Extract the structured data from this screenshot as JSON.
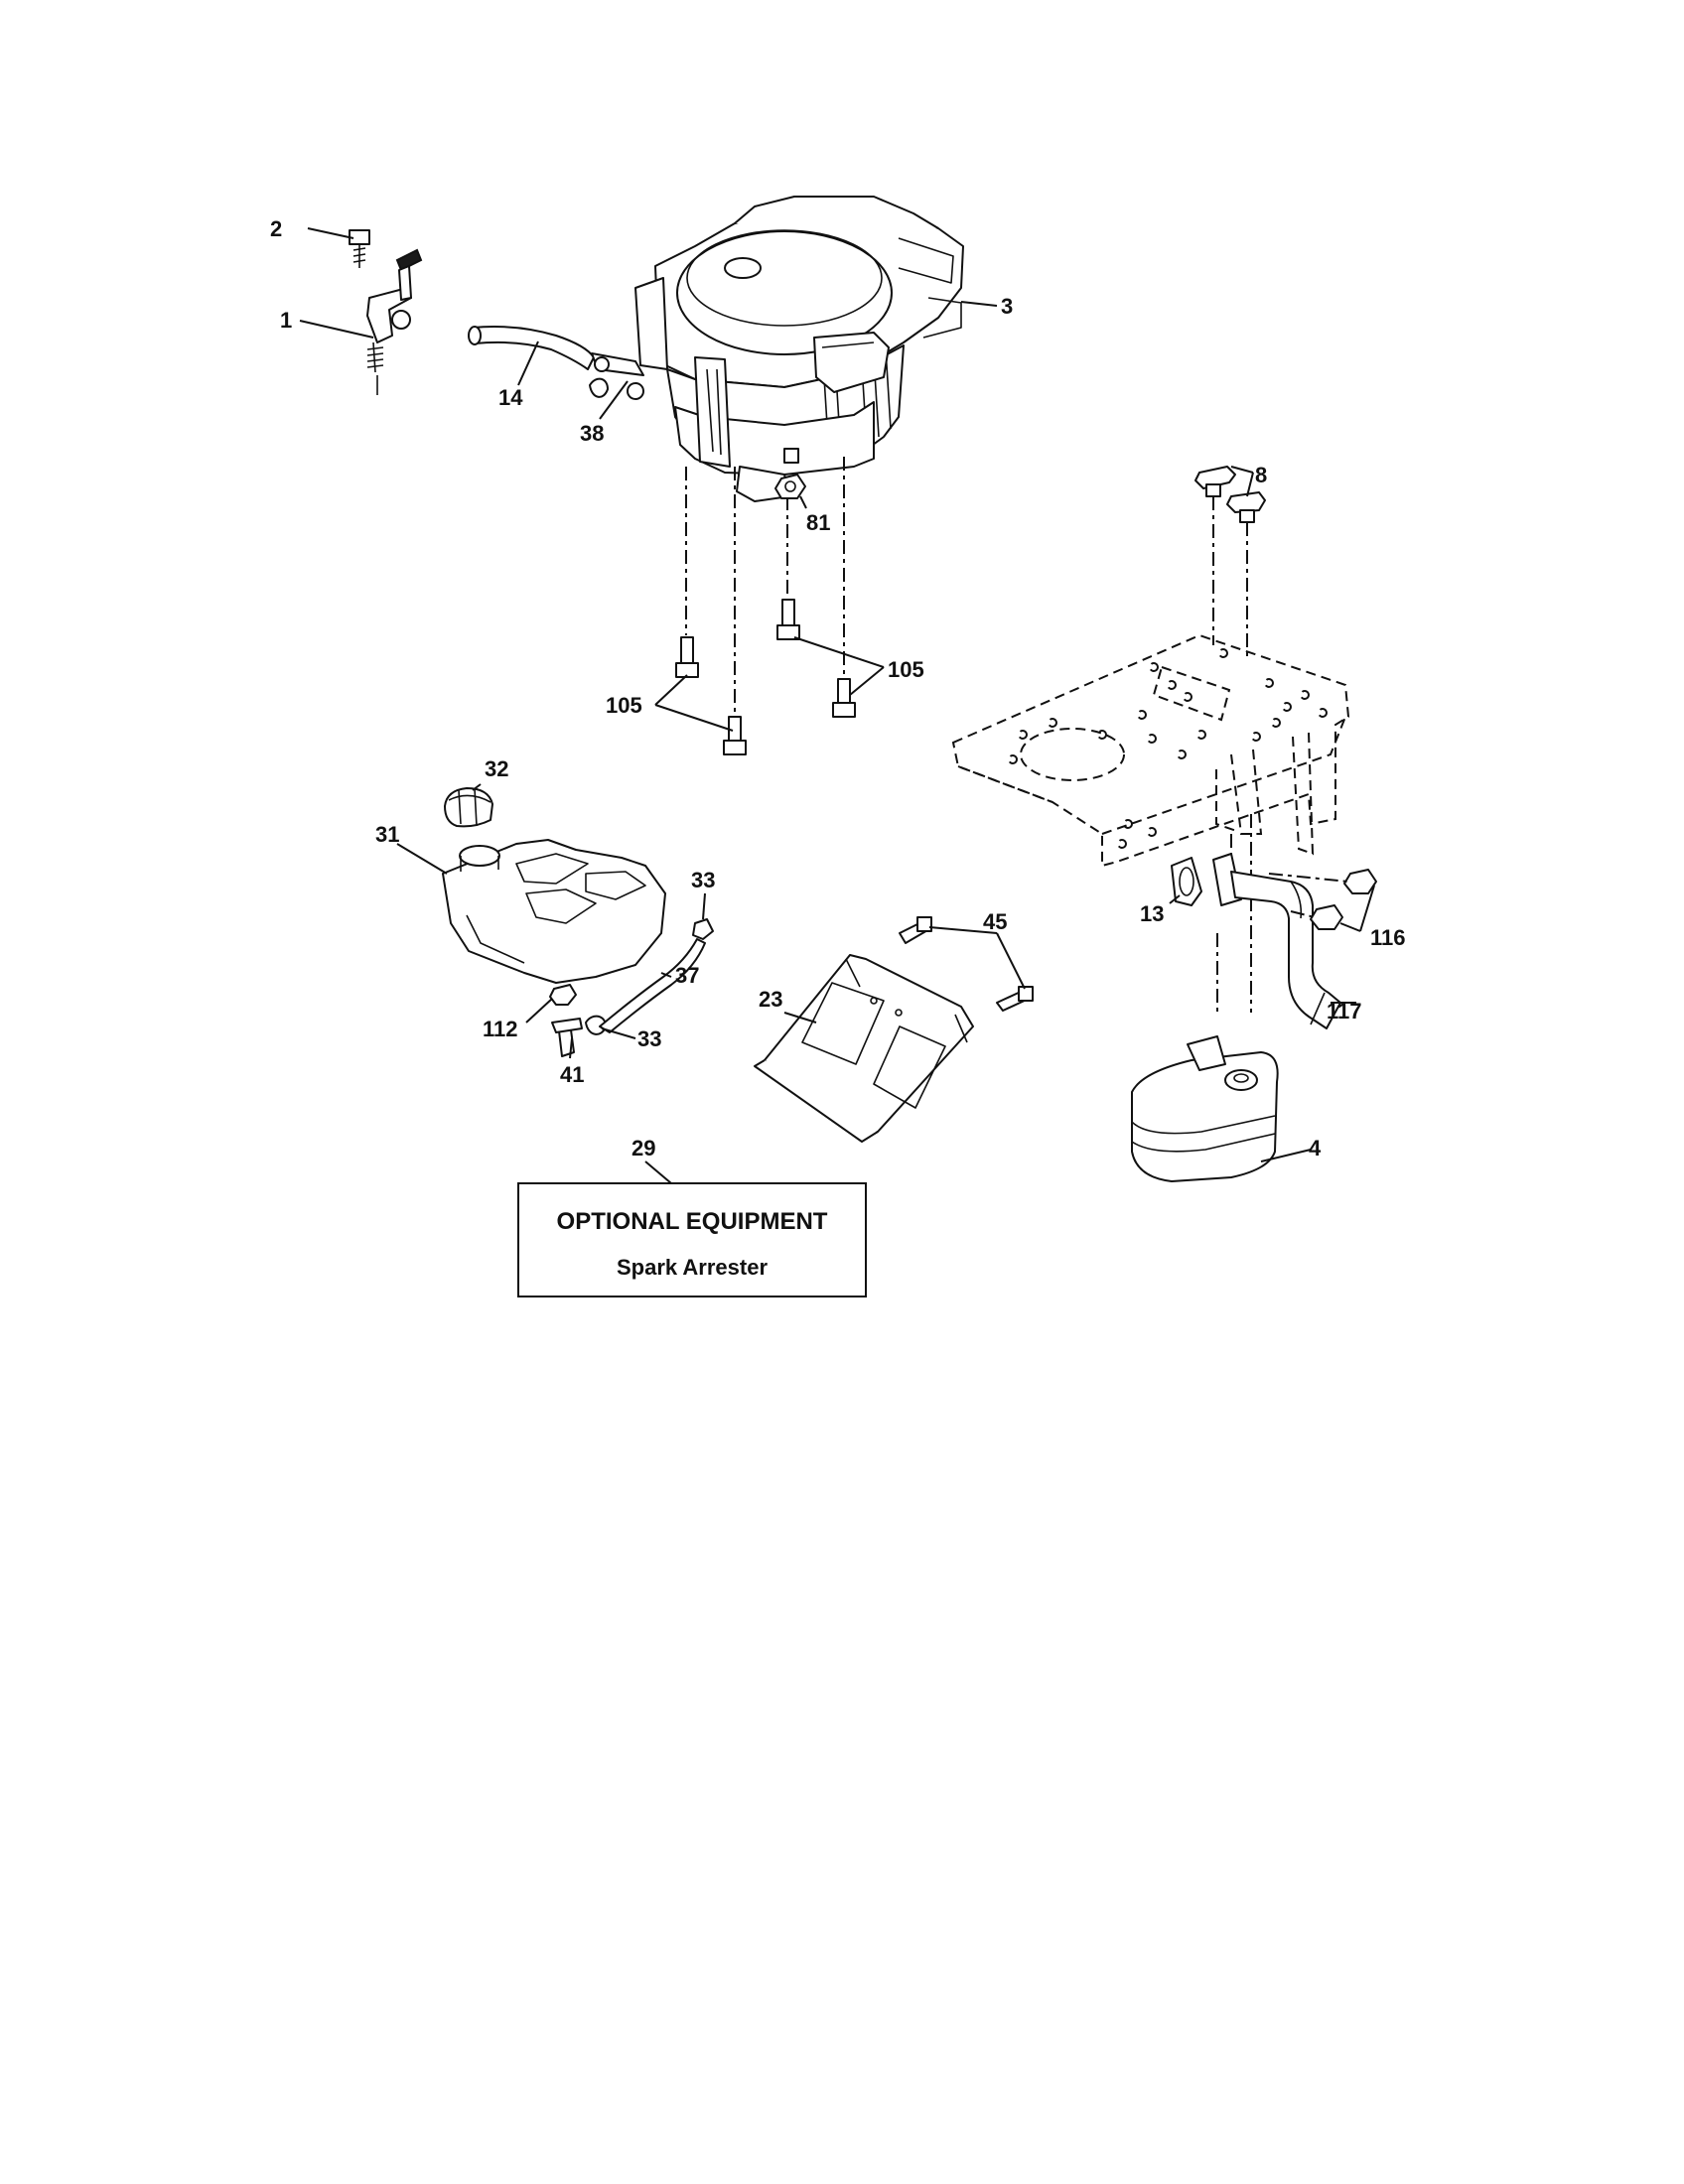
{
  "callouts": {
    "c1": "1",
    "c2": "2",
    "c3": "3",
    "c4": "4",
    "c8": "8",
    "c13": "13",
    "c14": "14",
    "c23": "23",
    "c29": "29",
    "c31": "31",
    "c32": "32",
    "c33a": "33",
    "c33b": "33",
    "c37": "37",
    "c38": "38",
    "c41": "41",
    "c45": "45",
    "c81": "81",
    "c105a": "105",
    "c105b": "105",
    "c112": "112",
    "c116": "116",
    "c117": "117"
  },
  "optional_box": {
    "title": "OPTIONAL EQUIPMENT",
    "subtitle": "Spark Arrester"
  }
}
